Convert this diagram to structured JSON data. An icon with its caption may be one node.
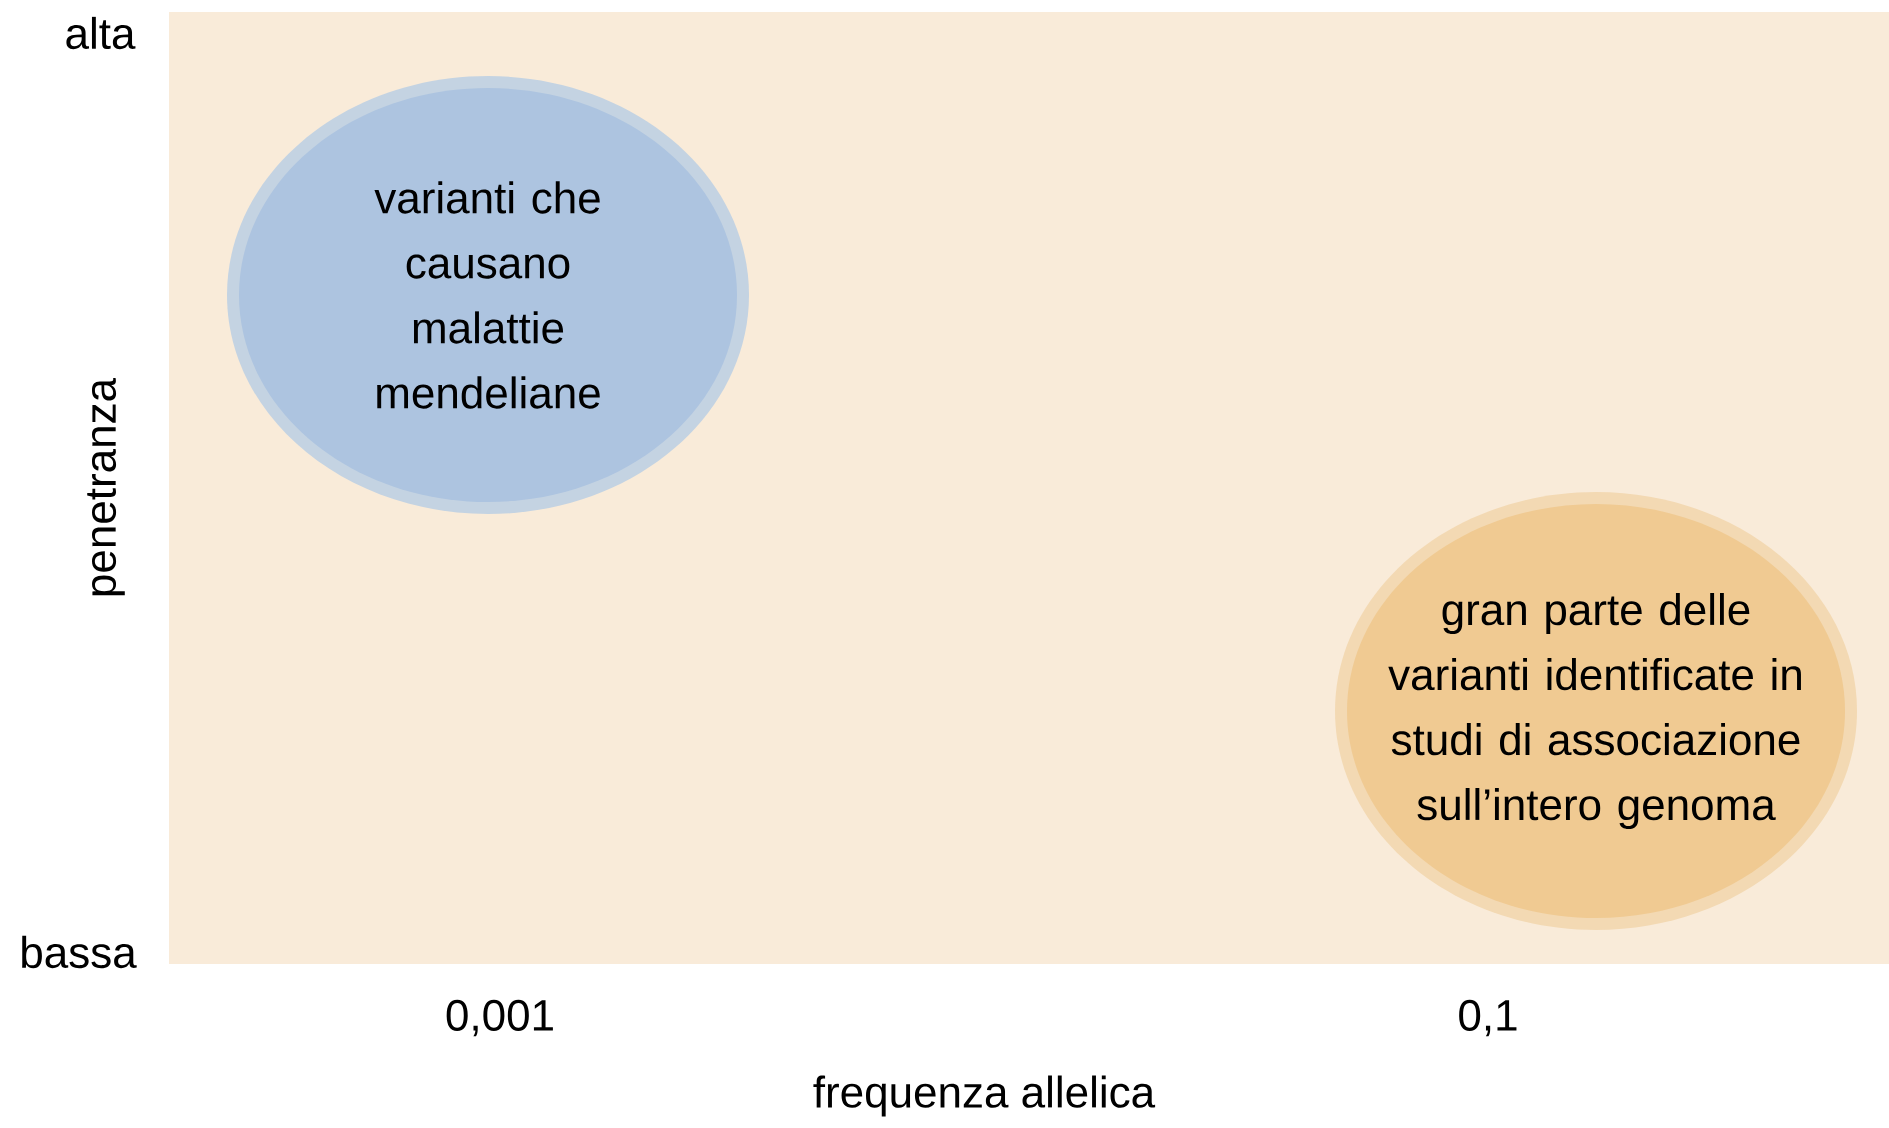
{
  "diagram": {
    "nodes": [
      {
        "text": [
          "varianti che causano malattie mendeliane"
        ]
      },
      {
        "text": [
          "gran parte delle varianti identificate in studi di associazione sull’intero genoma"
        ]
      }
    ],
    "labels": [
      "alta",
      "bassa",
      "penetranza",
      "0,001",
      "0,1",
      "frequenza allelica"
    ]
  }
}
